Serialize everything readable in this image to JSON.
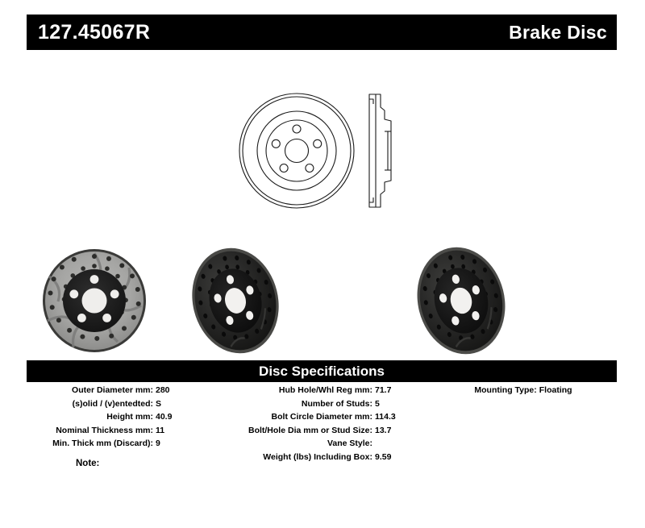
{
  "header": {
    "part_number": "127.45067R",
    "product_type": "Brake Disc"
  },
  "drawing": {
    "name": "brake-rotor-technical-drawing",
    "views": [
      "face-view",
      "side-section-view"
    ],
    "bolt_holes": 5
  },
  "photos": [
    {
      "name": "rotor-photo-drilled-slotted-face",
      "finish": "silver",
      "orientation": "face-on"
    },
    {
      "name": "rotor-photo-drilled-black-angled-left",
      "finish": "black",
      "orientation": "angled"
    },
    {
      "name": "rotor-photo-drilled-black-angled-right",
      "finish": "black",
      "orientation": "angled"
    }
  ],
  "specifications": {
    "title": "Disc Specifications",
    "column_1": [
      {
        "label": "Outer Diameter mm:",
        "value": "280"
      },
      {
        "label": "(s)olid / (v)entedted:",
        "value": "S"
      },
      {
        "label": "Height mm:",
        "value": "40.9"
      },
      {
        "label": "Nominal Thickness mm:",
        "value": "11"
      },
      {
        "label": "Min. Thick mm (Discard):",
        "value": "9"
      }
    ],
    "column_2": [
      {
        "label": "Hub Hole/Whl Reg mm:",
        "value": "71.7"
      },
      {
        "label": "Number of Studs:",
        "value": "5"
      },
      {
        "label": "Bolt Circle Diameter mm:",
        "value": "114.3"
      },
      {
        "label": "Bolt/Hole Dia mm or Stud Size:",
        "value": "13.7"
      },
      {
        "label": "Vane Style:",
        "value": ""
      },
      {
        "label": "Weight (lbs) Including Box:",
        "value": "9.59"
      }
    ],
    "column_3": [
      {
        "label": "Mounting Type:",
        "value": "Floating"
      }
    ]
  },
  "note": {
    "label": "Note:",
    "value": ""
  },
  "colors": {
    "bar_background": "#000000",
    "bar_text": "#ffffff",
    "page_background": "#ffffff",
    "body_text": "#000000"
  }
}
